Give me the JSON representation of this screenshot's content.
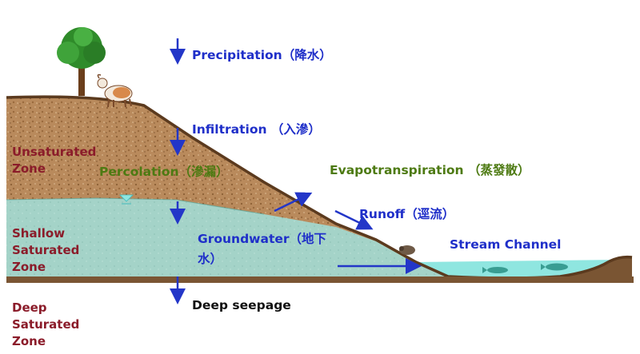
{
  "colors": {
    "soil": "#b98a5c",
    "groundwater": "#9fd0c6",
    "stream": "#8fe6e0",
    "bedrock": "#6b4a2a",
    "arrow": "#2336c8",
    "label_blue": "#1f2fc9",
    "label_green": "#4d7a12",
    "zone_red": "#8b1c2a"
  },
  "icons": [
    "tree-icon",
    "goat-icon",
    "fish-icon",
    "animal-icon",
    "arrow-down-icon",
    "arrow-diagonal-icon"
  ],
  "labels": {
    "precipitation": "Precipitation（降水）",
    "infiltration": "Infiltration （入滲）",
    "percolation": "Percolation（滲漏）",
    "evapotranspiration": "Evapotranspiration （蒸發散）",
    "runoff": "Runoff（逕流）",
    "groundwater_line1": "Groundwater（地下",
    "groundwater_line2": "水）",
    "stream_channel": "Stream Channel",
    "deep_seepage": "Deep seepage"
  },
  "zones": {
    "unsaturated": [
      "Unsaturated",
      "Zone"
    ],
    "shallow_saturated": [
      "Shallow",
      "Saturated",
      "Zone"
    ],
    "deep_saturated": [
      "Deep",
      "Saturated",
      "Zone"
    ]
  }
}
